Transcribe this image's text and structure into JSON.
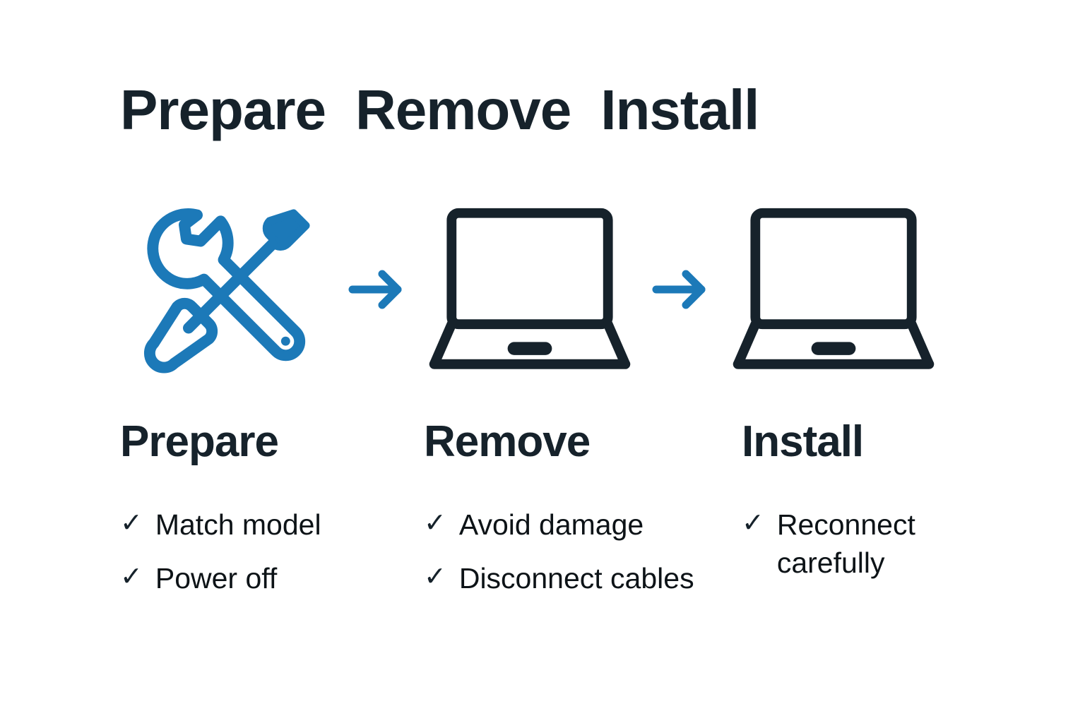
{
  "colors": {
    "background": "#ffffff",
    "ink": "#16222b",
    "accent_blue": "#1c79b8",
    "body_text": "#0d1317"
  },
  "title": {
    "words": [
      "Prepare",
      "Remove",
      "Install"
    ],
    "full": "Prepare Remove Install"
  },
  "steps": [
    {
      "heading": "Prepare",
      "icon": "wrench-screwdriver-icon",
      "icon_color": "#1c79b8",
      "bullets": [
        "Match model",
        "Power off"
      ],
      "check_glyph": "✓"
    },
    {
      "heading": "Remove",
      "icon": "laptop-icon",
      "icon_color": "#16222b",
      "bullets": [
        "Avoid damage",
        "Disconnect cables"
      ],
      "check_glyph": "✓"
    },
    {
      "heading": "Install",
      "icon": "laptop-icon",
      "icon_color": "#16222b",
      "bullets": [
        "Reconnect carefully"
      ],
      "check_glyph": "✓"
    }
  ],
  "arrows": [
    {
      "name": "arrow-right-icon",
      "color": "#1c79b8"
    },
    {
      "name": "arrow-right-icon",
      "color": "#1c79b8"
    }
  ]
}
